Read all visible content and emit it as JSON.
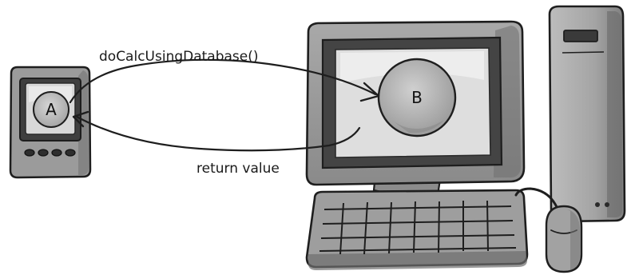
{
  "diagram": {
    "call_label": "doCalcUsingDatabase()",
    "return_label": "return value",
    "handheld_node_label": "A",
    "desktop_node_label": "B"
  },
  "colors": {
    "ink": "#1e1e1e",
    "device_body": "#9a9a9a",
    "device_shadow": "#6e6e6e",
    "screen_dark": "#4a4a4a",
    "screen_light": "#e6e6e6",
    "node_fill": "#b0b0b0"
  }
}
